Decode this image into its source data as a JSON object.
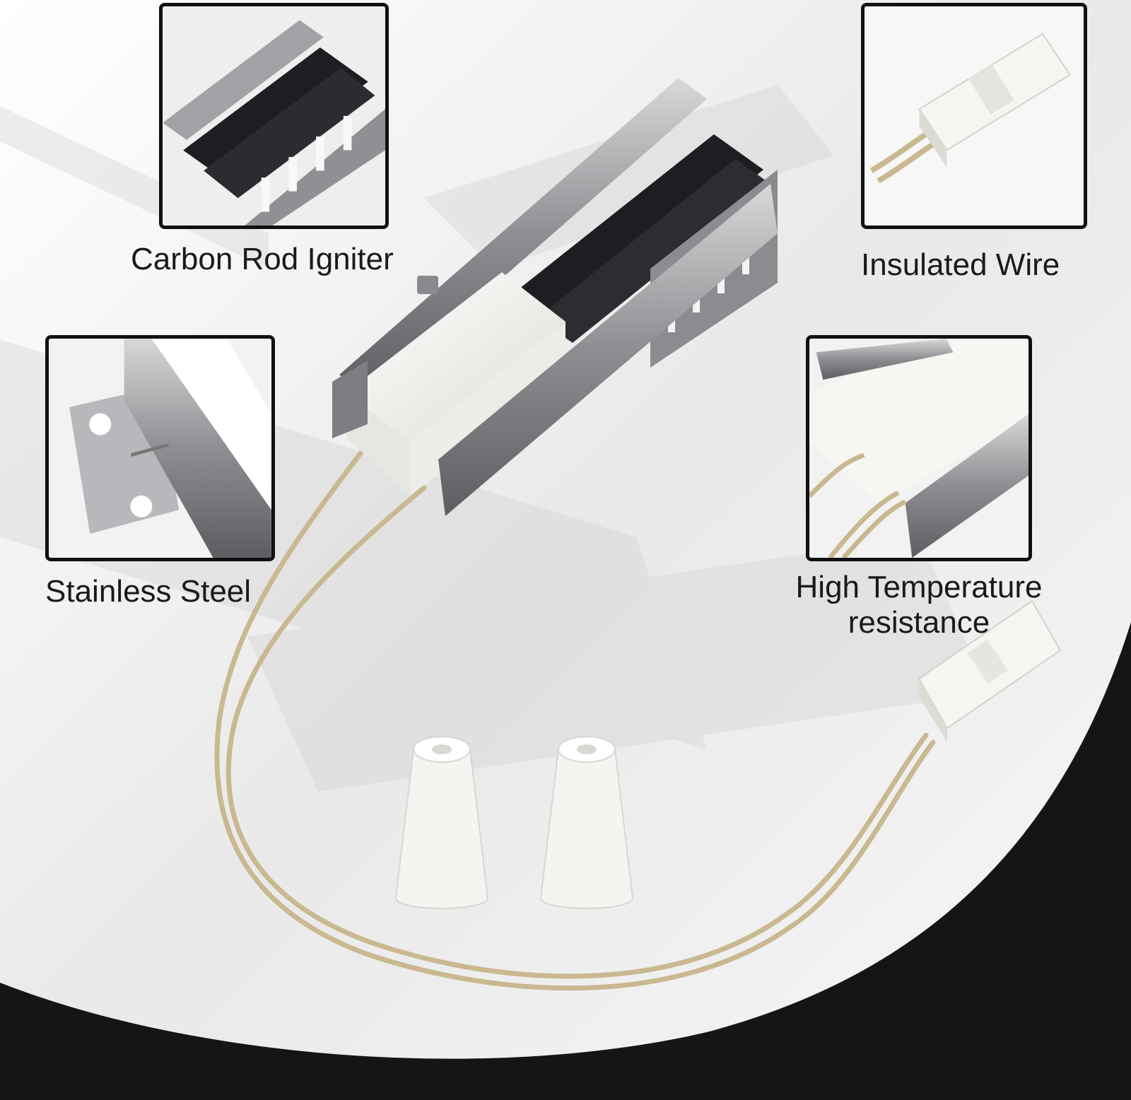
{
  "features": [
    {
      "id": "carbon-rod",
      "label": "Carbon Rod Igniter",
      "icon": "carbon-rod-closeup"
    },
    {
      "id": "insulated-wire",
      "label": "Insulated Wire",
      "icon": "connector-closeup"
    },
    {
      "id": "stainless-steel",
      "label": "Stainless Steel",
      "icon": "mounting-bracket-closeup"
    },
    {
      "id": "high-temp",
      "label_line1": "High Temperature",
      "label_line2": "resistance",
      "icon": "ceramic-base-closeup"
    }
  ],
  "colors": {
    "background": "#ffffff",
    "dark_swoosh": "#151515",
    "frame": "#111111",
    "steel": "#9a9a9c",
    "carbon": "#1e1e22",
    "ceramic": "#f3f3f0",
    "wire": "#c9b890",
    "text": "#1a1a1a"
  }
}
